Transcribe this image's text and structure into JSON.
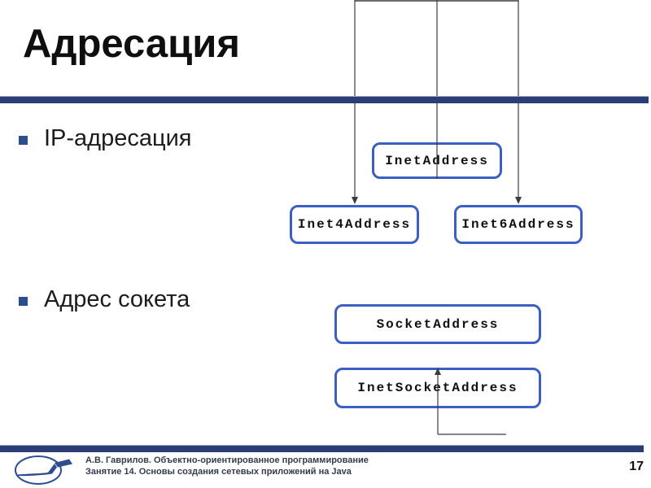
{
  "slide": {
    "title": "Адресация",
    "bullets": [
      {
        "label": "IP-адресация"
      },
      {
        "label": "Адрес сокета"
      }
    ],
    "diagram": {
      "nodes": [
        {
          "id": "InetAddress",
          "label": "InetAddress"
        },
        {
          "id": "Inet4Address",
          "label": "Inet4Address"
        },
        {
          "id": "Inet6Address",
          "label": "Inet6Address"
        },
        {
          "id": "SocketAddress",
          "label": "SocketAddress"
        },
        {
          "id": "InetSocketAddress",
          "label": "InetSocketAddress"
        }
      ],
      "connectors": [
        {
          "from": "top-edge",
          "to": "InetAddress",
          "arrow": "none"
        },
        {
          "from": "top-edge",
          "to": "Inet4Address",
          "arrow": "down"
        },
        {
          "from": "top-edge",
          "to": "Inet6Address",
          "arrow": "down"
        },
        {
          "from": "bottom-elbow",
          "to": "InetSocketAddress",
          "arrow": "up"
        }
      ]
    },
    "footer": {
      "line1": "А.В. Гаврилов. Объектно-ориентированное программирование",
      "line2": "Занятие 14. Основы создания сетевых приложений на Java"
    },
    "page_number": "17",
    "colors": {
      "divider_bar": "#2a3d74",
      "node_border": "#3d5fc1",
      "bullet_square": "#2e4d8e",
      "connector_line": "#3c3c3c",
      "footer_text": "#333b4d",
      "title_text": "#0f0f0f"
    }
  }
}
